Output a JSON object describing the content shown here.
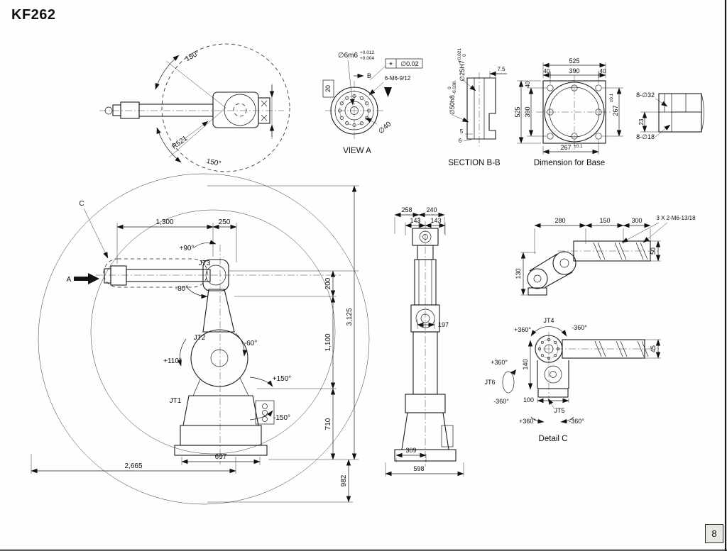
{
  "page": {
    "title": "KF262",
    "page_number": "8"
  },
  "top_view": {
    "angle_top": "150°",
    "angle_bottom": "150°",
    "radius": "R521"
  },
  "view_a": {
    "title": "VIEW A",
    "pin_dia": "∅6m6",
    "pin_tol_upper": "+0.012",
    "pin_tol_lower": "+0.004",
    "position_symbol": "⌖",
    "position_tol": "∅0.02",
    "b_label": "B",
    "tap_holes": "6-M6-9/12",
    "depth": "20",
    "bolt_circle": "∅40"
  },
  "section_bb": {
    "title": "SECTION B-B",
    "bore_small": "∅25H7",
    "bore_small_tol_upper": "+0.021",
    "bore_small_tol_lower": "0",
    "bore_large": "∅50h8",
    "bore_large_tol_upper": "0",
    "bore_large_tol_lower": "-0.038",
    "dim_7_5": "7.5",
    "dim_5": "5",
    "dim_6": "6"
  },
  "base": {
    "title": "Dimension for Base",
    "top_total": "525",
    "top_40_left": "40",
    "top_390": "390",
    "top_40_right": "40",
    "left_total": "525",
    "left_390": "390",
    "left_40": "40",
    "right_267": "267",
    "right_tol": "±0.1",
    "bottom_267": "267",
    "bottom_tol": "±0.1",
    "holes_counterbore": "8-∅32",
    "dim_23": "23",
    "holes_through": "8-∅18"
  },
  "side": {
    "label_c": "C",
    "label_a": "A",
    "dim_1300": "1,300",
    "dim_250": "250",
    "jt3_plus": "+90°",
    "jt3": "JT3",
    "jt3_minus": "-80°",
    "dim_200": "200",
    "dim_3125": "3,125",
    "dim_1100": "1,100",
    "jt2": "JT2",
    "jt2_minus": "-60°",
    "jt2_plus": "+110°",
    "jt1_plus": "+150°",
    "jt1": "JT1",
    "jt1_minus": "-150°",
    "dim_710": "710",
    "dim_697": "697",
    "dim_2665": "2,665",
    "dim_982": "982"
  },
  "front": {
    "dim_258": "258",
    "dim_240": "240",
    "dim_143_left": "143",
    "dim_143_right": "143",
    "dim_197": "197",
    "dim_309": "309",
    "dim_598": "598"
  },
  "detail_c": {
    "title": "Detail C",
    "dim_280": "280",
    "dim_150": "150",
    "dim_300": "300",
    "bolts": "3 X 2-M6-13/18",
    "dim_130": "130",
    "dim_50": "50",
    "jt4": "JT4",
    "jt4_plus": "+360°",
    "jt4_minus": "-360°",
    "dim_140": "140",
    "dim_45": "45",
    "jt6": "JT6",
    "jt6_plus": "+360°",
    "jt6_minus": "-360°",
    "dim_100": "100",
    "jt5": "JT5",
    "jt5_plus": "+360°",
    "jt5_minus": "-360°"
  }
}
